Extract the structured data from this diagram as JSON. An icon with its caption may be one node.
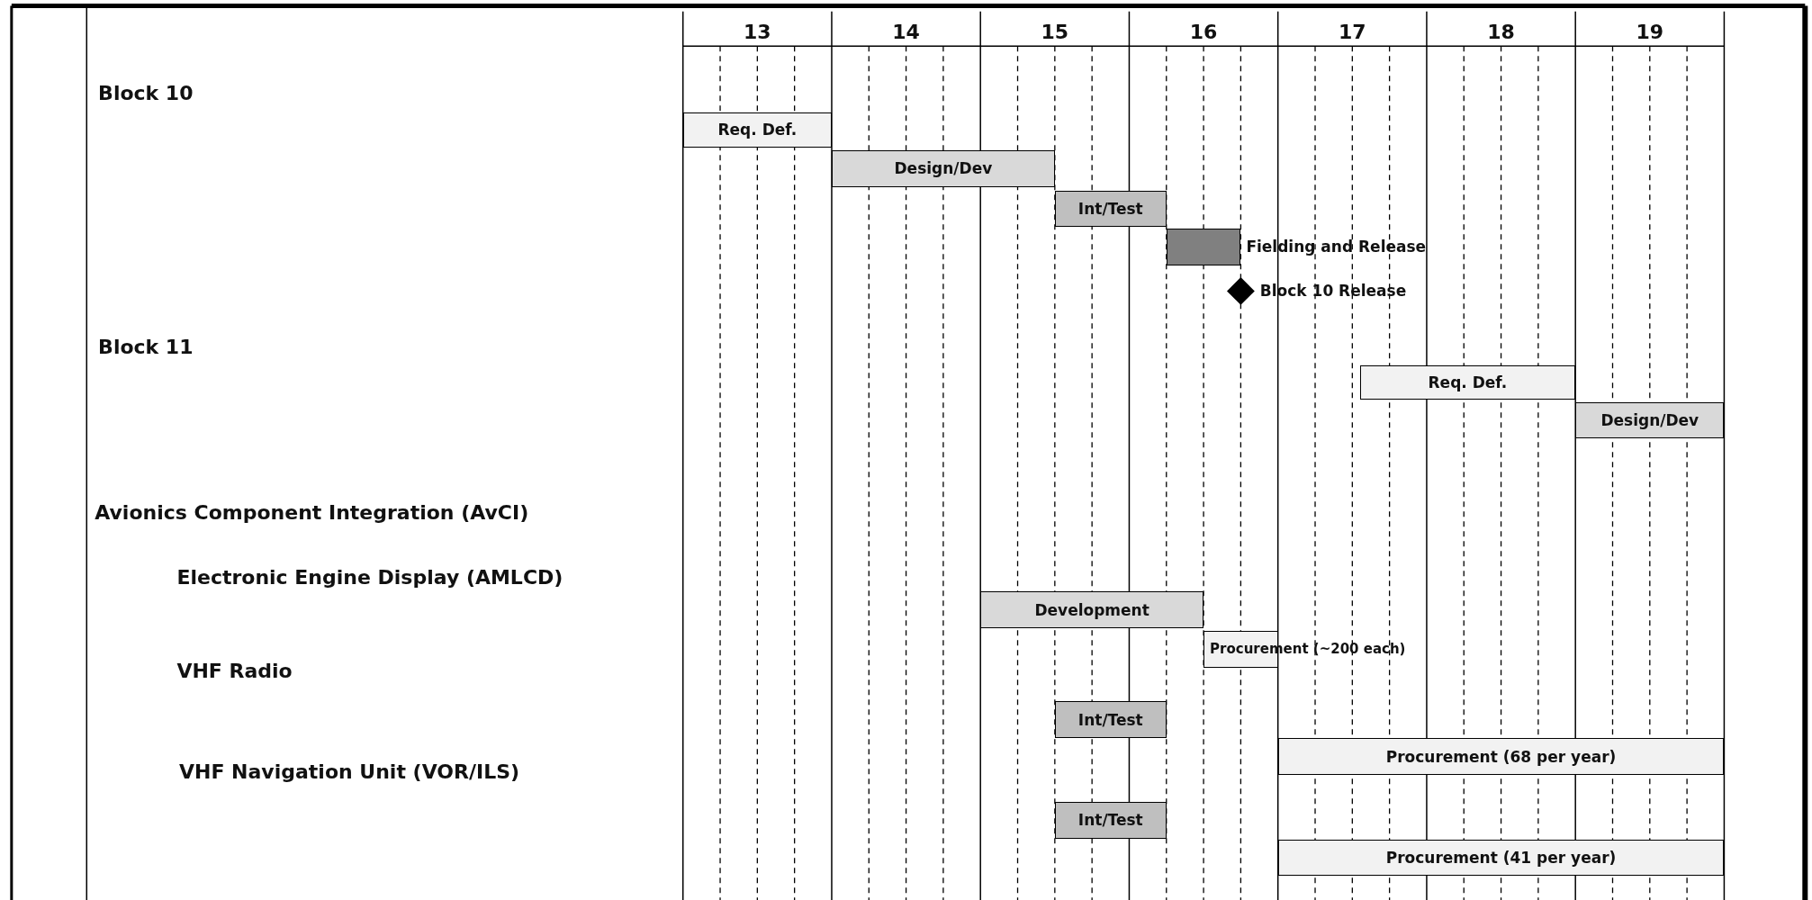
{
  "diagram": {
    "nodes": [
      {
        "text": [
          "Req. Def."
        ]
      },
      {
        "text": [
          "Design/Dev"
        ]
      },
      {
        "text": [
          "Int/Test"
        ]
      },
      {
        "text": [],
        "shape": "bar",
        "beside": [
          "Fielding and Release"
        ]
      },
      {
        "text": [],
        "shape": "diamond",
        "beside": [
          "Block 10 Release"
        ]
      },
      {
        "text": [
          "Req. Def."
        ]
      },
      {
        "text": [
          "Design/Dev"
        ]
      },
      {
        "text": [
          "Development"
        ]
      },
      {
        "text": [
          "Procurement  (~200 each)"
        ]
      },
      {
        "text": [
          "Int/Test"
        ]
      },
      {
        "text": [
          "Procurement (68 per year)"
        ]
      },
      {
        "text": [
          "Int/Test"
        ]
      },
      {
        "text": [
          "Procurement (41 per year)"
        ]
      }
    ],
    "labels": [
      "13",
      "14",
      "15",
      "16",
      "17",
      "18",
      "19",
      "Block 10",
      "Block 11",
      "Avionics Component Integration (AvCI)",
      "Electronic Engine Display (AMLCD)",
      "VHF Radio",
      "VHF Navigation Unit (VOR/ILS)"
    ]
  }
}
